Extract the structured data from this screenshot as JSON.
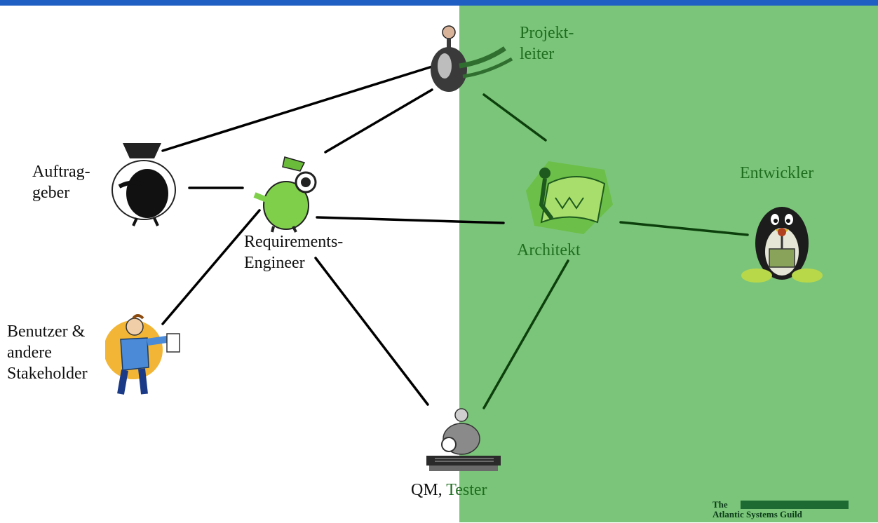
{
  "roles": {
    "projektleiter": {
      "line1": "Projekt-",
      "line2": "leiter"
    },
    "auftraggeber": {
      "line1": "Auftrag-",
      "line2": "geber"
    },
    "requirements_engineer": {
      "line1": "Requirements-",
      "line2": "Engineer"
    },
    "architekt": {
      "label": "Architekt"
    },
    "entwickler": {
      "label": "Entwickler"
    },
    "benutzer": {
      "line1": "Benutzer &",
      "line2": "andere",
      "line3": "Stakeholder"
    },
    "qm_tester": {
      "label_left": "QM, ",
      "label_right": "Tester"
    }
  },
  "logo": {
    "line1": "The",
    "line2": "Atlantic Systems Guild"
  },
  "colors": {
    "top_bar": "#1f5fc4",
    "green_panel": "#7bc57a",
    "dark_green_text": "#1f6e1f"
  }
}
